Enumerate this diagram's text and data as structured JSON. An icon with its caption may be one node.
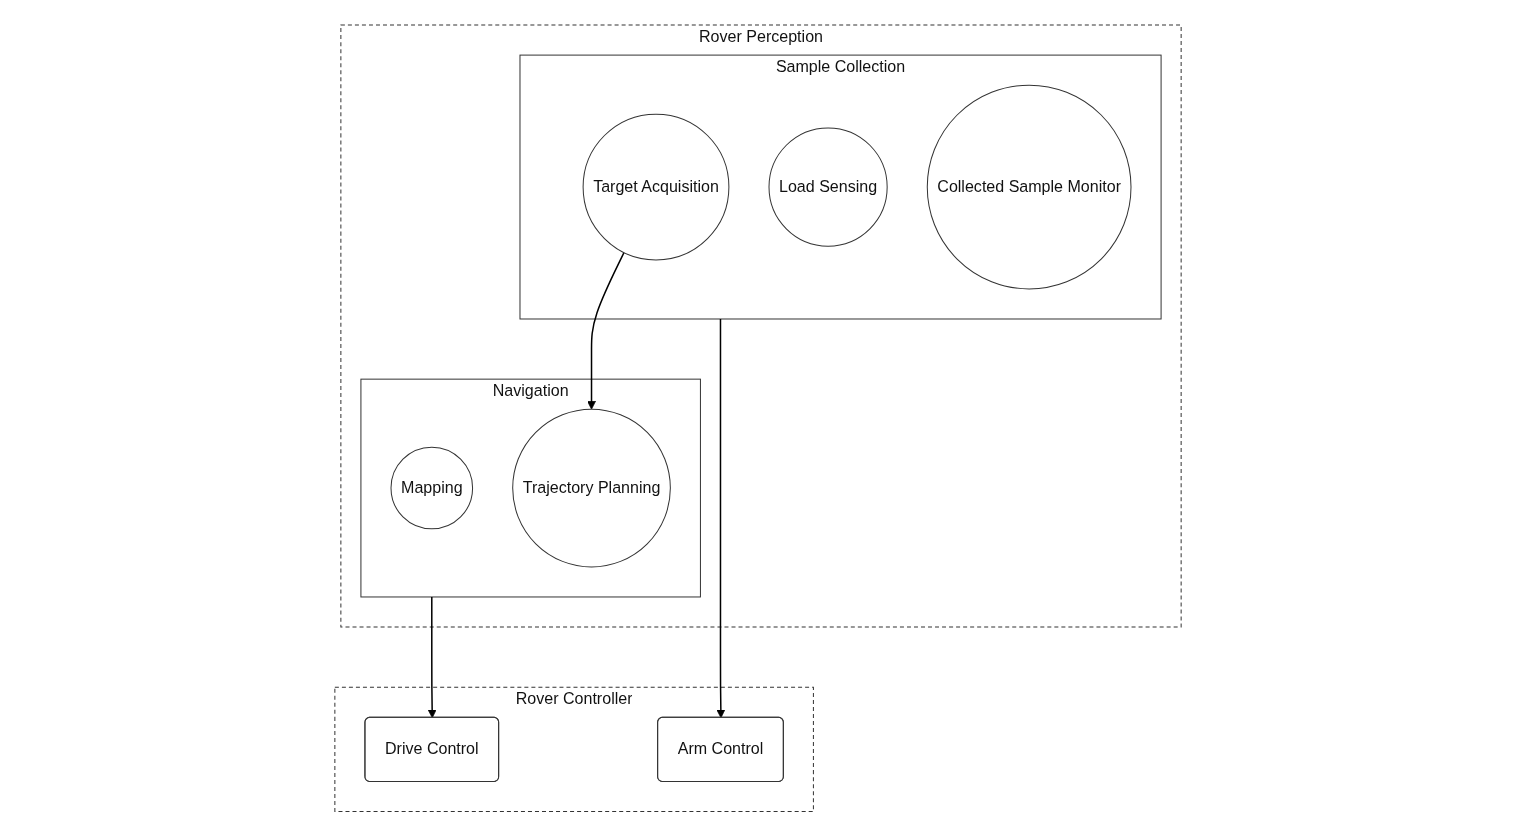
{
  "diagram": {
    "nodes": [
      {
        "text": [
          "Rover Perception"
        ]
      },
      {
        "text": [
          "Navigation"
        ],
        "in": 0
      },
      {
        "text": [
          "Mapping"
        ],
        "in": 1
      },
      {
        "text": [
          "Trajectory Planning"
        ],
        "in": 1
      },
      {
        "text": [
          "Sample Collection"
        ],
        "in": 0
      },
      {
        "text": [
          "Target Acquisition"
        ],
        "in": 4
      },
      {
        "text": [
          "Load Sensing"
        ],
        "in": 4
      },
      {
        "text": [
          "Collected Sample Monitor"
        ],
        "in": 4
      },
      {
        "text": [
          "Rover Controller"
        ]
      },
      {
        "text": [
          "Drive Control"
        ],
        "in": 8
      },
      {
        "text": [
          "Arm Control"
        ],
        "in": 8
      }
    ],
    "edges": [
      {
        "from": 5,
        "to": 3,
        "arrow": "to"
      },
      {
        "from": 1,
        "to": 9,
        "arrow": "to"
      },
      {
        "from": 4,
        "to": 10,
        "arrow": "to"
      }
    ]
  }
}
